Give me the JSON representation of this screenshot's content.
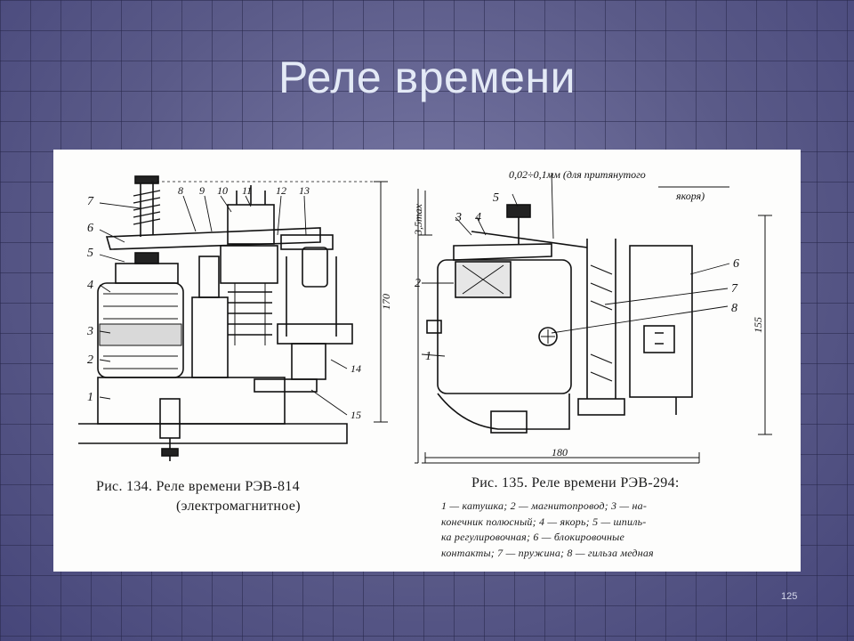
{
  "slide": {
    "title": "Реле времени",
    "page_number": "125"
  },
  "figure_134": {
    "caption": "Рис. 134. Реле времени РЭВ-814",
    "caption_sub": "(электромагнитное)",
    "dimension_height": "170",
    "labels": [
      "1",
      "2",
      "3",
      "4",
      "5",
      "6",
      "7",
      "8",
      "9",
      "10",
      "11",
      "12",
      "13",
      "14",
      "15"
    ]
  },
  "figure_135": {
    "caption": "Рис. 135. Реле времени РЭВ-294:",
    "gap_note_line1": "0,02÷0,1мм (для притянутого",
    "gap_note_line2": "якоря)",
    "dimension_stroke": "3,5max",
    "dimension_height": "155",
    "dimension_width": "180",
    "labels": [
      "1",
      "2",
      "3",
      "4",
      "5",
      "6",
      "7",
      "8"
    ],
    "legend_lines": [
      "1 — катушка;  2 — магнитопровод;  3 — на-",
      "конечник полюсный;  4 — якорь;  5 — шпиль-",
      "ка  регулировочная;    6 — блокировочные",
      "контакты;  7 — пружина;  8 — гильза медная"
    ]
  }
}
